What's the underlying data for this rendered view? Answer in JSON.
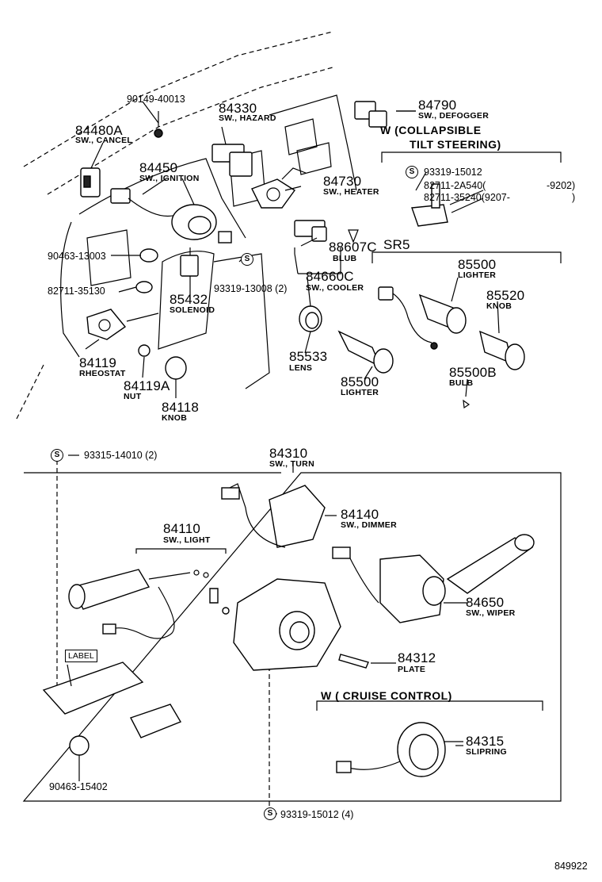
{
  "diagram": {
    "ref_code": "849922",
    "headers": {
      "tilt": "W (COLLAPSIBLE",
      "tilt2": "TILT STEERING)",
      "sr5": "SR5",
      "cruise": "W ( CRUISE CONTROL)"
    },
    "label_box": "LABEL",
    "parts": {
      "p90149": {
        "no": "90149-40013"
      },
      "p84330": {
        "no": "84330",
        "name": "SW., HAZARD"
      },
      "p84790": {
        "no": "84790",
        "name": "SW., DEFOGGER"
      },
      "p84480A": {
        "no": "84480A",
        "name": "SW., CANCEL"
      },
      "p84450": {
        "no": "84450",
        "name": "SW., IGNITION"
      },
      "p84730": {
        "no": "84730",
        "name": "SW., HEATER"
      },
      "p93319a": {
        "no": "93319-15012"
      },
      "p82711a": {
        "no": "82711-2A540(",
        "range": "-9202)"
      },
      "p82711b": {
        "no": "82711-35240(9207-",
        "range": ")"
      },
      "p90463a": {
        "no": "90463-13003"
      },
      "p88607C": {
        "no": "88607C",
        "name": "BLUB"
      },
      "p82711c": {
        "no": "82711-35130"
      },
      "p93319b": {
        "no": "93319-13008 (2)"
      },
      "p84660C": {
        "no": "84660C",
        "name": "SW., COOLER"
      },
      "p85500top": {
        "no": "85500",
        "name": "LIGHTER"
      },
      "p85520": {
        "no": "85520",
        "name": "KNOB"
      },
      "p85432": {
        "no": "85432",
        "name": "SOLENOID"
      },
      "p84119": {
        "no": "84119",
        "name": "RHEOSTAT"
      },
      "p85533": {
        "no": "85533",
        "name": "LENS"
      },
      "p85500": {
        "no": "85500",
        "name": "LIGHTER"
      },
      "p85500B": {
        "no": "85500B",
        "name": "BULB"
      },
      "p84119A": {
        "no": "84119A",
        "name": "NUT"
      },
      "p84118": {
        "no": "84118",
        "name": "KNOB"
      },
      "p93315": {
        "no": "93315-14010 (2)"
      },
      "p84310": {
        "no": "84310",
        "name": "SW., TURN"
      },
      "p84140": {
        "no": "84140",
        "name": "SW., DIMMER"
      },
      "p84110": {
        "no": "84110",
        "name": "SW., LIGHT"
      },
      "p84650": {
        "no": "84650",
        "name": "SW., WIPER"
      },
      "p84312": {
        "no": "84312",
        "name": "PLATE"
      },
      "p84315": {
        "no": "84315",
        "name": "SLIPRING"
      },
      "p90463b": {
        "no": "90463-15402"
      },
      "p93319c": {
        "no": "93319-15012 (4)"
      }
    },
    "symbols": {
      "s": "S"
    }
  }
}
